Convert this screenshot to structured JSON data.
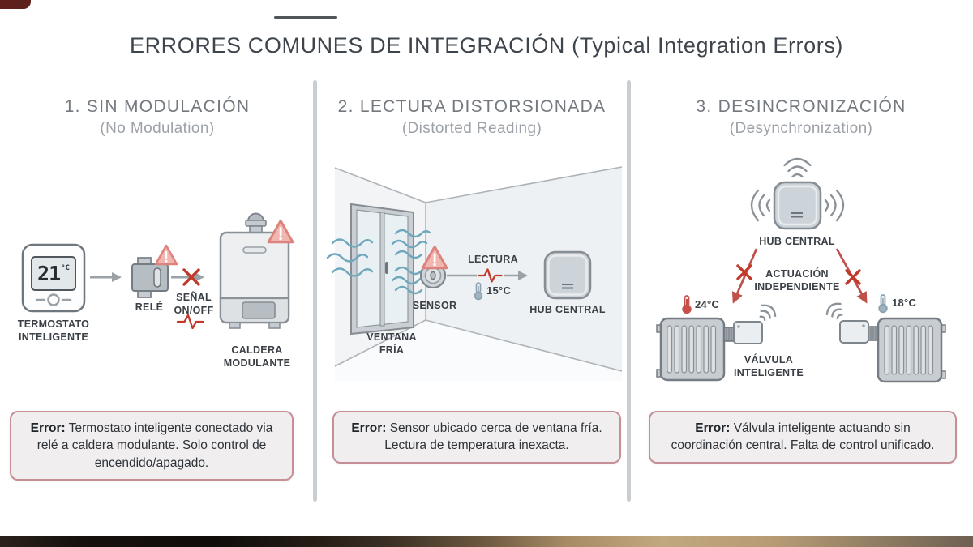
{
  "title": "ERRORES COMUNES DE INTEGRACIÓN (Typical Integration Errors)",
  "panels": [
    {
      "heading": "1. SIN MODULACIÓN",
      "subtitle": "(No Modulation)",
      "diagram": {
        "thermostat_label": "TERMOSTATO INTELIGENTE",
        "lcd_value": "21",
        "lcd_unit": "°C",
        "relay_label": "RELÉ",
        "signal_label": "SEÑAL ON/OFF",
        "boiler_label": "CALDERA MODULANTE"
      },
      "error": {
        "label": "Error:",
        "text": "Termostato inteligente conectado via relé a caldera modulante. Solo control de encendido/apagado."
      }
    },
    {
      "heading": "2. LECTURA DISTORSIONADA",
      "subtitle": "(Distorted Reading)",
      "diagram": {
        "window_label": "VENTANA FRÍA",
        "sensor_label": "SENSOR",
        "reading_label": "LECTURA",
        "reading_temp": "15°C",
        "hub_label": "HUB CENTRAL"
      },
      "error": {
        "label": "Error:",
        "text": "Sensor ubicado cerca de ventana fría. Lectura de temperatura inexacta."
      }
    },
    {
      "heading": "3. DESINCRONIZACIÓN",
      "subtitle": "(Desynchronization)",
      "diagram": {
        "hub_label": "HUB CENTRAL",
        "actuation_label": "ACTUACIÓN INDEPENDIENTE",
        "left_temp": "24°C",
        "right_temp": "18°C",
        "valve_label": "VÁLVULA INTELIGENTE"
      },
      "error": {
        "label": "Error:",
        "text": "Válvula inteligente actuando sin coordinación central. Falta de control unificado."
      }
    }
  ],
  "colors": {
    "accent_red": "#c0392b",
    "arrow_red": "#c0504a",
    "warning_fill": "#f2b6b1",
    "warning_stroke": "#dd837d",
    "gray_arrow": "#9aa1a7",
    "wind_blue": "#6fa8bd",
    "error_border": "#c68e96",
    "error_bg": "#f1eef0",
    "heading_gray": "#74797f",
    "subtitle_gray": "#9da2a8",
    "label_dark": "#3b4046",
    "title_color": "#3f454c",
    "divider": "#c9ced3"
  }
}
